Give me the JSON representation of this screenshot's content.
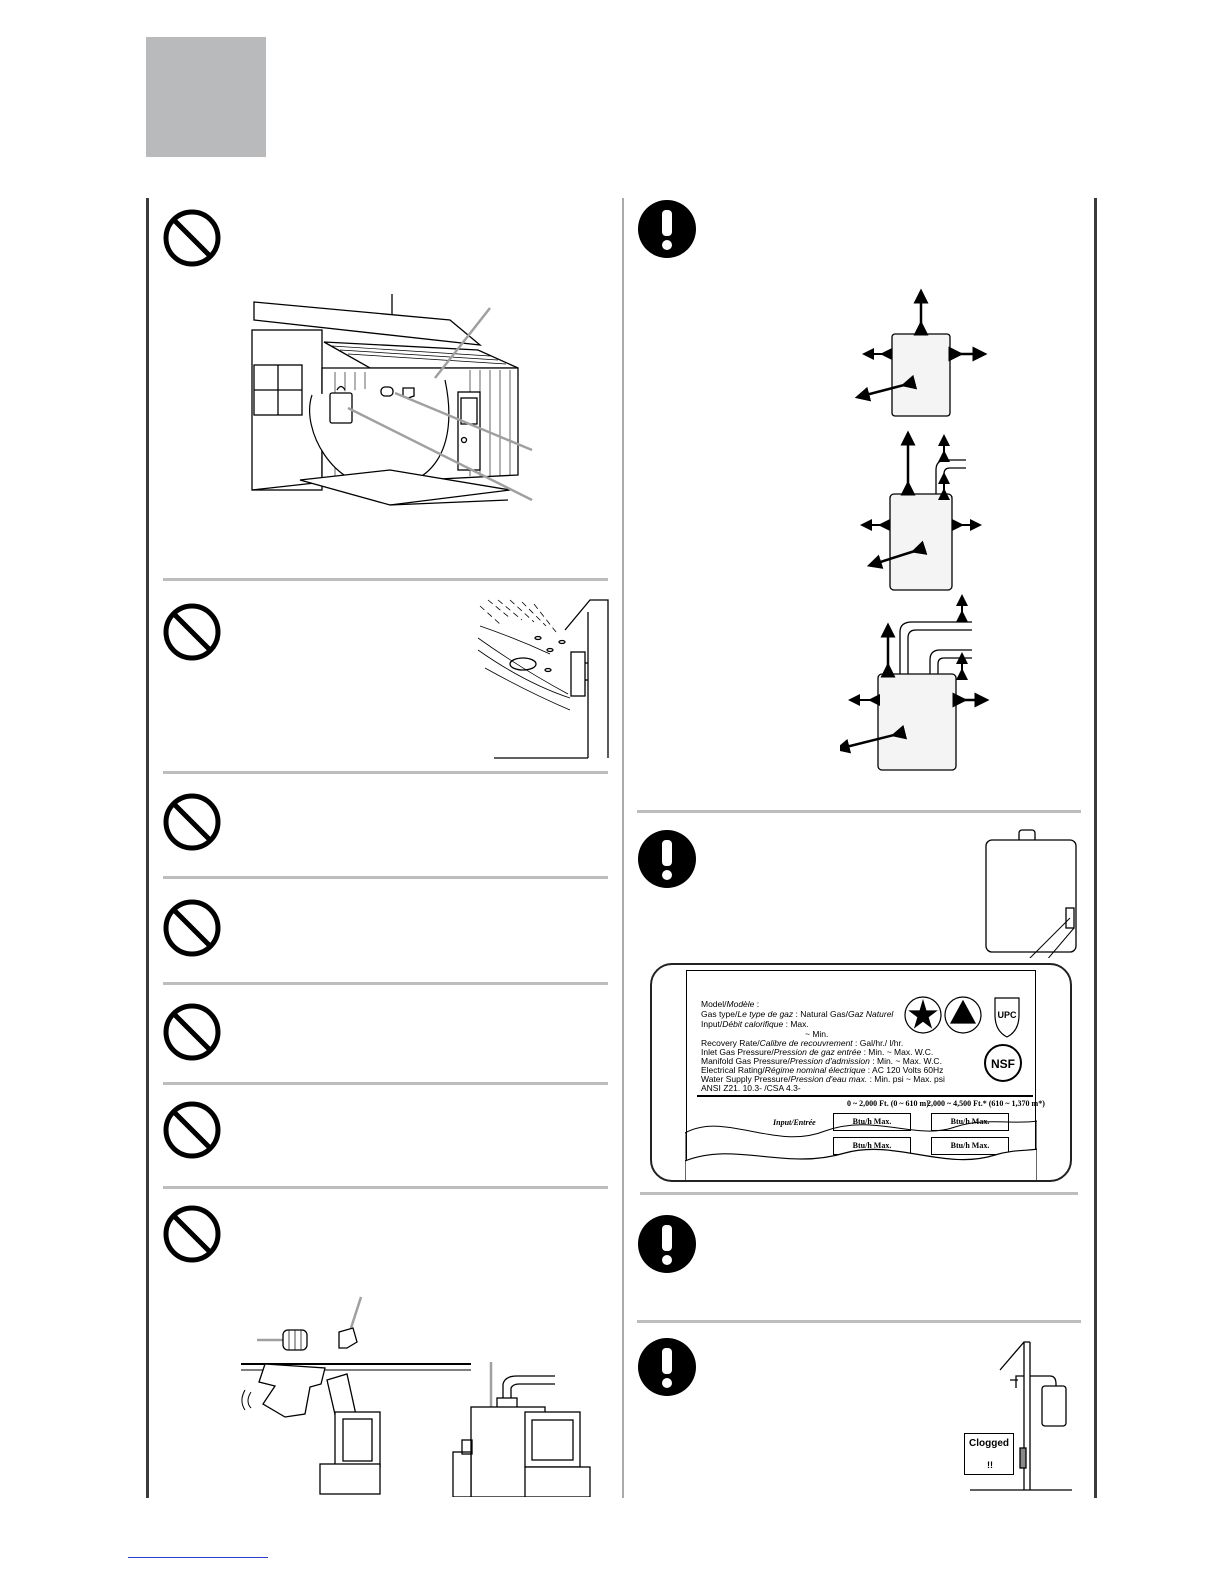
{
  "rating_label": {
    "model": "Model/",
    "model_fr": "Modèle",
    "model_colon": ":",
    "gas_type": "Gas type/",
    "gas_type_fr": "Le type de gaz",
    "gas_type_value": ": Natural Gas/",
    "gas_type_value_fr": "Gaz Naturel",
    "input": "Input/",
    "input_fr": "Débit calorifique",
    "input_value": ": Max.",
    "input_min": "~ Min.",
    "recovery": "Recovery Rate/",
    "recovery_fr": "Calibre de recouvrement",
    "recovery_value": ":        Gal/hr./        l/hr.",
    "inlet": "Inlet Gas Pressure/",
    "inlet_fr": "Pression de gaz entrée",
    "inlet_value": ": Min.        ~ Max.        W.C.",
    "manifold": "Manifold Gas Pressure/",
    "manifold_fr": "Pression d'admission",
    "manifold_value": ": Min.        ~ Max.        W.C.",
    "electrical": "Electrical Rating/",
    "electrical_fr": "Régime nominal électrique",
    "electrical_value": ": AC 120 Volts 60Hz",
    "water": "Water Supply Pressure/",
    "water_fr": "Pression d'eau max.",
    "water_value": ": Min.     psi ~ Max.      psi",
    "ansi": "ANSI Z21. 10.3-        /CSA  4.3-",
    "alt_low": "0 ~ 2,000 Ft. (0 ~ 610 m)",
    "alt_high": "2,000 ~ 4,500 Ft.* (610 ~ 1,370 m*)",
    "input_entree": "Input/Entrée",
    "btu_max": "Btu/h Max.",
    "upc": "UPC",
    "nsf": "NSF"
  },
  "clogged_sign": {
    "title": "Clogged",
    "marks": "!!"
  }
}
